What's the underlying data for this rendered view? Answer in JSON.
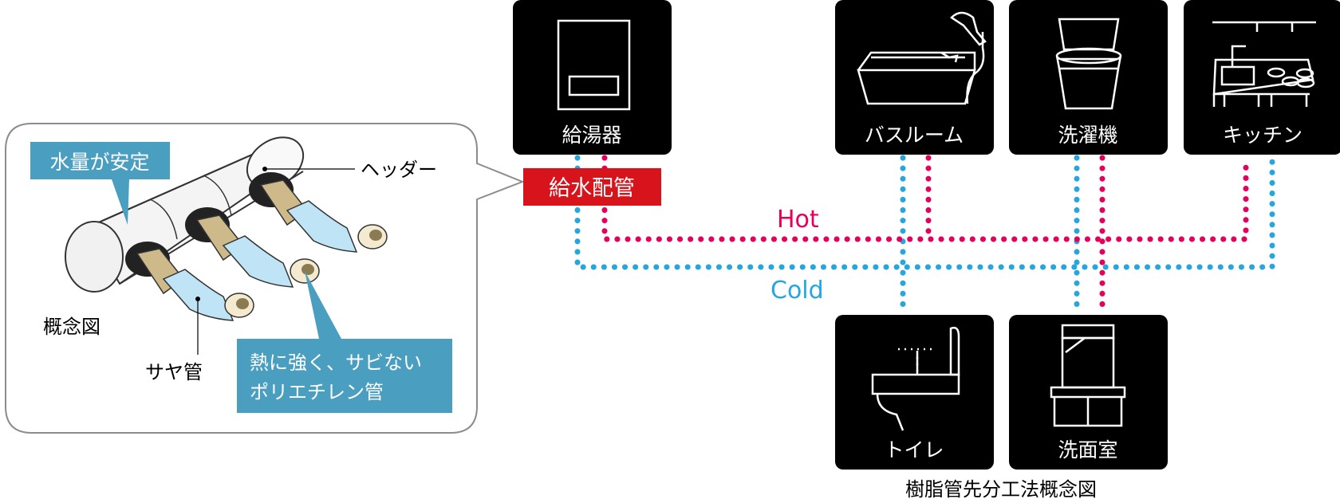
{
  "colors": {
    "hot": "#e6005c",
    "cold": "#27a6dd",
    "tile": "#000000",
    "water_pipe_badge": "#d7131b",
    "callout_label": "#4a9fc0",
    "callout_border": "#8c8c8c"
  },
  "callout": {
    "label_stable": "水量が安定",
    "label_header": "ヘッダー",
    "label_concept": "概念図",
    "label_saya": "サヤ管",
    "label_poly_line1": "熱に強く、サビない",
    "label_poly_line2": "ポリエチレン管"
  },
  "fixtures": {
    "heater": "給湯器",
    "bathroom": "バスルーム",
    "washer": "洗濯機",
    "kitchen": "キッチン",
    "toilet": "トイレ",
    "washroom": "洗面室"
  },
  "icons": {
    "heater": "water-heater-icon",
    "bathroom": "bathtub-icon",
    "washer": "washing-machine-icon",
    "kitchen": "kitchen-icon",
    "toilet": "toilet-icon",
    "washroom": "vanity-icon"
  },
  "pipes": {
    "badge": "給水配管",
    "hot_label": "Hot",
    "cold_label": "Cold"
  },
  "caption": "樹脂管先分工法概念図"
}
